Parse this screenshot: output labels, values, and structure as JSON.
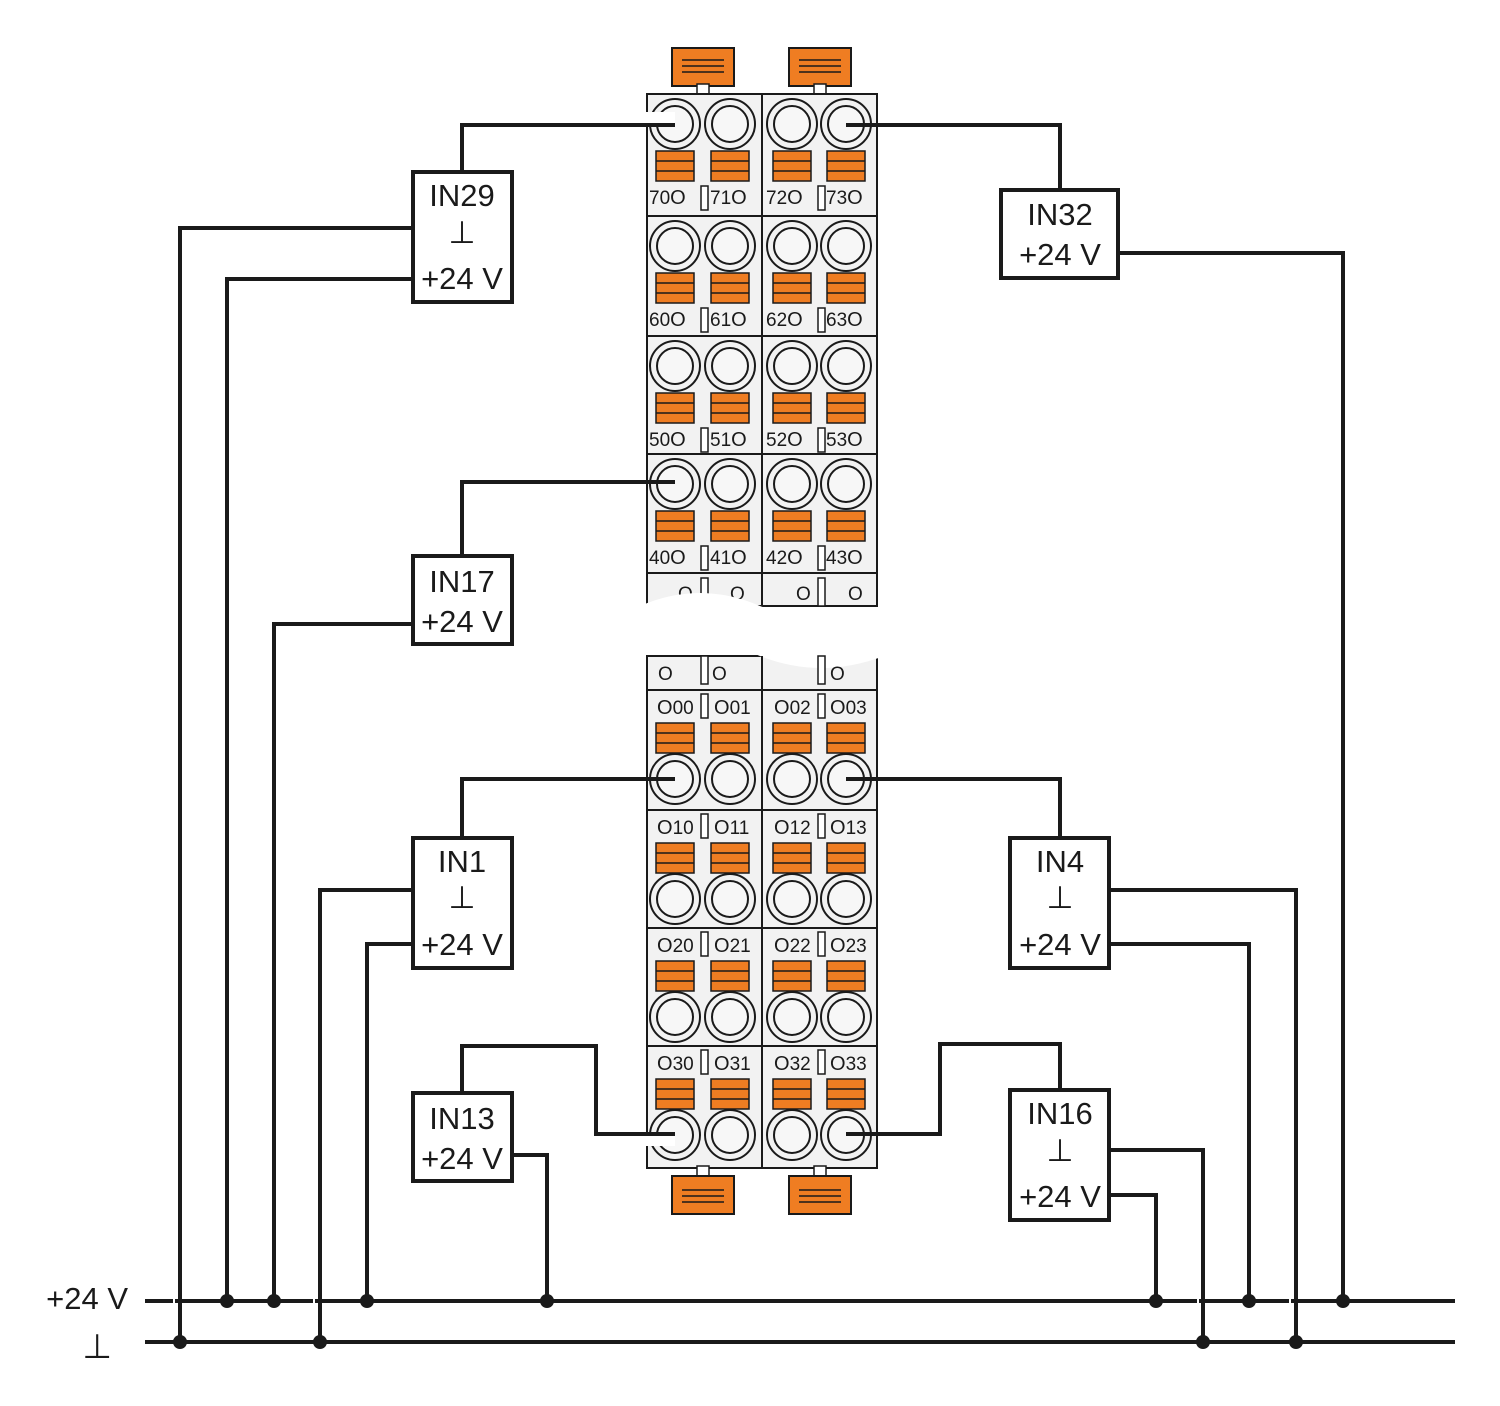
{
  "rails": {
    "plus24": "+24 V",
    "ground": "⊥"
  },
  "modules": [
    {
      "id": "IN29",
      "lines": [
        "IN29",
        "⊥",
        "+24 V"
      ]
    },
    {
      "id": "IN32",
      "lines": [
        "IN32",
        "+24 V"
      ]
    },
    {
      "id": "IN17",
      "lines": [
        "IN17",
        "+24 V"
      ]
    },
    {
      "id": "IN1",
      "lines": [
        "IN1",
        "⊥",
        "+24 V"
      ]
    },
    {
      "id": "IN4",
      "lines": [
        "IN4",
        "⊥",
        "+24 V"
      ]
    },
    {
      "id": "IN13",
      "lines": [
        "IN13",
        "+24 V"
      ]
    },
    {
      "id": "IN16",
      "lines": [
        "IN16",
        "⊥",
        "+24 V"
      ]
    }
  ],
  "terminals": {
    "top_rows": [
      [
        "70",
        "71",
        "72",
        "73"
      ],
      [
        "60",
        "61",
        "62",
        "63"
      ],
      [
        "50",
        "51",
        "52",
        "53"
      ],
      [
        "40",
        "41",
        "42",
        "43"
      ]
    ],
    "bottom_rows": [
      [
        "00",
        "01",
        "02",
        "03"
      ],
      [
        "10",
        "11",
        "12",
        "13"
      ],
      [
        "20",
        "21",
        "22",
        "23"
      ],
      [
        "30",
        "31",
        "32",
        "33"
      ]
    ]
  },
  "colors": {
    "lever": "#ef7d22",
    "wire": "#1a1a1a",
    "housing": "#f2f2f2"
  }
}
